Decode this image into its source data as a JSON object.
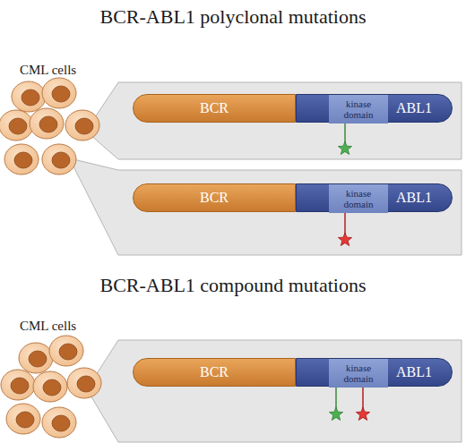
{
  "diagram": {
    "nodes": [
      {
        "text": [
          "BCR"
        ]
      },
      {
        "text": [
          "ABL1"
        ]
      },
      {
        "text": [
          "kinase domain"
        ],
        "in": 1
      },
      {
        "text": [
          "BCR"
        ]
      },
      {
        "text": [
          "ABL1"
        ]
      },
      {
        "text": [
          "kinase domain"
        ],
        "in": 4
      },
      {
        "text": [
          "BCR"
        ]
      },
      {
        "text": [
          "ABL1"
        ]
      },
      {
        "text": [
          "kinase domain"
        ],
        "in": 7
      }
    ],
    "labels": [
      "BCR-ABL1 polyclonal mutations",
      "CML cells",
      "BCR-ABL1 compound mutations",
      "CML cells"
    ]
  }
}
